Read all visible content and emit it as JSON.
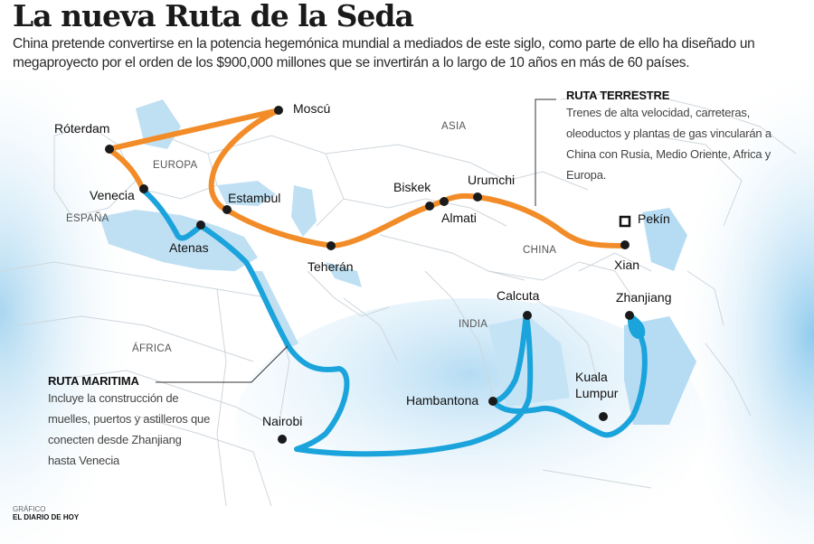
{
  "header": {
    "title": "La nueva Ruta de la Seda",
    "subtitle": "China pretende convertirse en la potencia hegemónica mundial a mediados de este siglo, como parte de ello ha diseñado un megaproyecto por el orden de los $900,000 millones que se invertirán a lo largo de 10 años en más de 60 países."
  },
  "colors": {
    "land_route": "#f28c28",
    "sea_route": "#1ba3dc",
    "water": "#bfe0f3",
    "land": "#ffffff",
    "borders": "#cfd6dc",
    "city_dot": "#1a1a1a"
  },
  "regions": {
    "asia": "ASIA",
    "europa": "EUROPA",
    "espana": "ESPAÑA",
    "africa": "ÁFRICA",
    "india": "INDIA",
    "china": "CHINA"
  },
  "cities": {
    "moscu": "Moscú",
    "roterdam": "Róterdam",
    "venecia": "Venecia",
    "estambul": "Estambul",
    "atenas": "Atenas",
    "teheran": "Teherán",
    "biskek": "Biskek",
    "almati": "Almati",
    "urumchi": "Urumchi",
    "pekin": "Pekín",
    "xian": "Xian",
    "calcuta": "Calcuta",
    "zhanjiang": "Zhanjiang",
    "hambantona": "Hambantona",
    "kuala": "Kuala",
    "lumpur": "Lumpur",
    "nairobi": "Nairobi"
  },
  "legend": {
    "land": {
      "title": "RUTA TERRESTRE",
      "body": "Trenes de alta velocidad, carreteras, oleoductos y plantas de gas vincularán a China con Rusia, Medio Oriente, Africa y Europa."
    },
    "sea": {
      "title": "RUTA MARITIMA",
      "body": "Incluye la construcción de muelles, puertos y astilleros que conecten desde Zhanjiang hasta Venecia"
    }
  },
  "credit": {
    "label": "GRÁFICO",
    "source": "EL DIARIO DE HOY"
  }
}
